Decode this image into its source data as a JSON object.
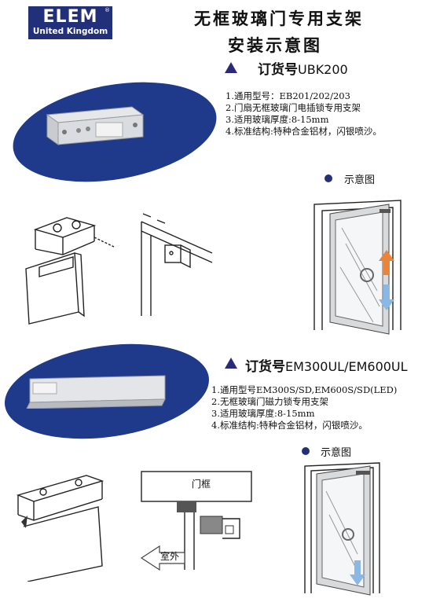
{
  "brand": {
    "name": "ELEM",
    "sub": "United Kingdom",
    "reg": "®"
  },
  "header": {
    "title_line1": "无框玻璃门专用支架",
    "title_line2": "安装示意图"
  },
  "product1": {
    "order_prefix": "订货号",
    "order_code": "UBK200",
    "specs": [
      "1.通用型号：EB201/202/203",
      "2.门扇无框玻璃门电插锁专用支架",
      "3.适用玻璃厚度:8-15mm",
      "4.标准结构:特种合金铝材，闪银喷沙。"
    ],
    "diagram_label": "示意图"
  },
  "product2": {
    "order_prefix": "订货号",
    "order_code": "EM300UL/EM600UL",
    "specs": [
      "1.通用型号EM300S/SD,EM600S/SD(LED)",
      "2.无框玻璃门磁力锁专用支架",
      "3.适用玻璃厚度:8-15mm",
      "4.标准结构:特种合金铝材，闪银喷沙。"
    ],
    "diagram_label": "示意图",
    "frame_label": "门框",
    "outdoor_label": "室外"
  },
  "colors": {
    "brand": "#22307a",
    "ellipse": "#1f3a8a",
    "triangle": "#2a2a7a"
  },
  "icons": {
    "triangle": "triangle-bullet-icon",
    "dot": "dot-bullet-icon"
  }
}
